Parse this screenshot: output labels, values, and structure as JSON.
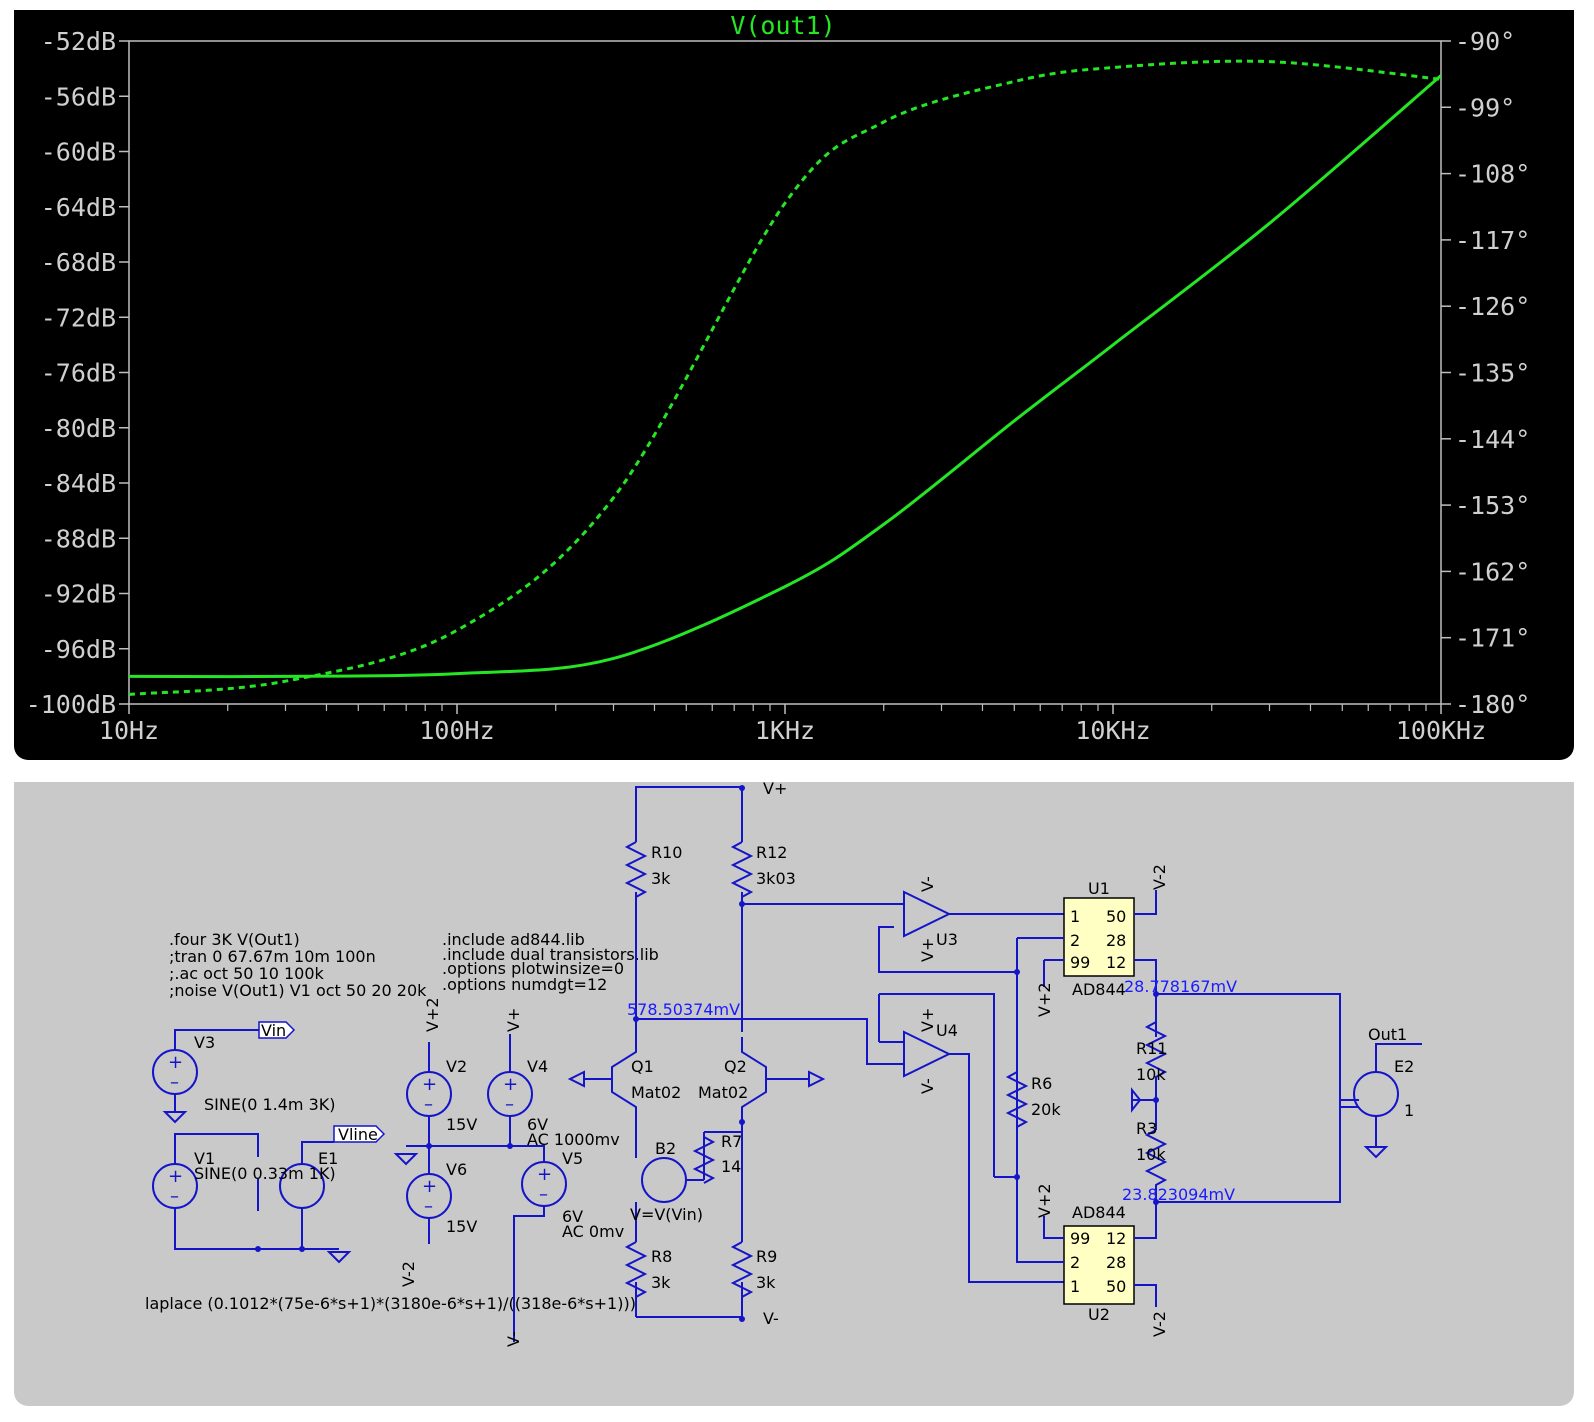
{
  "plot": {
    "title": "V(out1)",
    "trace_color": "#25e625",
    "left_axis_labels": [
      "-52dB",
      "-56dB",
      "-60dB",
      "-64dB",
      "-68dB",
      "-72dB",
      "-76dB",
      "-80dB",
      "-84dB",
      "-88dB",
      "-92dB",
      "-96dB",
      "-100dB"
    ],
    "right_axis_labels": [
      "-90°",
      "-99°",
      "-108°",
      "-117°",
      "-126°",
      "-135°",
      "-144°",
      "-153°",
      "-162°",
      "-171°",
      "-180°"
    ],
    "x_axis_labels": [
      "10Hz",
      "100Hz",
      "1KHz",
      "10KHz",
      "100KHz"
    ]
  },
  "chart_data": {
    "type": "line",
    "title": "V(out1)",
    "x_scale": "log",
    "xlim": [
      10,
      100000
    ],
    "ylim": [
      -100,
      -52
    ],
    "y2lim": [
      -180,
      -90
    ],
    "x": [
      10,
      30,
      100,
      300,
      1000,
      2000,
      5000,
      10000,
      30000,
      100000
    ],
    "series": [
      {
        "name": "V(out1)",
        "axis": "left",
        "style": "solid",
        "values": [
          -98,
          -98,
          -97.8,
          -96.7,
          -91.5,
          -87,
          -79.5,
          -74,
          -65.2,
          -54.5
        ]
      },
      {
        "name": "V(out1)",
        "axis": "right",
        "style": "dashed",
        "values": [
          -178.7,
          -176.9,
          -170,
          -152,
          -112,
          -101,
          -95.5,
          -93.6,
          -92.8,
          -95.2
        ]
      }
    ]
  },
  "schematic": {
    "directives_left": [
      ".four 3K V(Out1)",
      ";tran 0 67.67m 10m 100n",
      ";.ac oct 50 10 100k",
      ";noise V(Out1) V1 oct 50 20 20k"
    ],
    "directives_mid": [
      ".include ad844.lib",
      ".include dual transistors.lib",
      ".options plotwinsize=0",
      ".options numdgt=12"
    ],
    "laplace": "laplace (0.1012*(75e-6*s+1)*(3180e-6*s+1)/((318e-6*s+1)))",
    "v3": {
      "name": "V3",
      "value": "SINE(0 1.4m 3K)"
    },
    "v1": {
      "name": "V1",
      "value": "SINE(0 0.33m 1K)"
    },
    "e1": "E1",
    "vin_tag": "Vin",
    "vline_tag": "Vline",
    "v2": {
      "name": "V2",
      "value": "15V"
    },
    "v6": {
      "name": "V6",
      "value": "15V"
    },
    "v4": {
      "name": "V4",
      "value": "6V",
      "ac": "AC 1000mv"
    },
    "v5": {
      "name": "V5",
      "value": "6V",
      "ac": "AC 0mv"
    },
    "r10": {
      "name": "R10",
      "value": "3k"
    },
    "r12": {
      "name": "R12",
      "value": "3k03"
    },
    "r8": {
      "name": "R8",
      "value": "3k"
    },
    "r9": {
      "name": "R9",
      "value": "3k"
    },
    "r7": {
      "name": "R7",
      "value": "14"
    },
    "r6": {
      "name": "R6",
      "value": "20k"
    },
    "r11": {
      "name": "R11",
      "value": "10k"
    },
    "r3": {
      "name": "R3",
      "value": "10k"
    },
    "q1": {
      "name": "Q1",
      "model": "Mat02"
    },
    "q2": {
      "name": "Q2",
      "model": "Mat02"
    },
    "b2": {
      "name": "B2",
      "value": "V=V(Vin)"
    },
    "u1": {
      "name": "U1",
      "model": "AD844",
      "pins_left": [
        "1",
        "2",
        "99"
      ],
      "pins_right": [
        "50",
        "28",
        "12"
      ]
    },
    "u2": {
      "name": "U2",
      "model": "AD844",
      "pins_left": [
        "99",
        "2",
        "1"
      ],
      "pins_right": [
        "12",
        "28",
        "50"
      ]
    },
    "u3": "U3",
    "u4": "U4",
    "e2": {
      "name": "E2",
      "gain": "1"
    },
    "out1": "Out1",
    "net_vplus": "V+",
    "net_vminus": "V-",
    "net_vplus2": "V+2",
    "net_vminus2": "V-2",
    "voltage_1": "578.50374mV",
    "voltage_2": "28.778167mV",
    "voltage_3": "23.823094mV"
  }
}
